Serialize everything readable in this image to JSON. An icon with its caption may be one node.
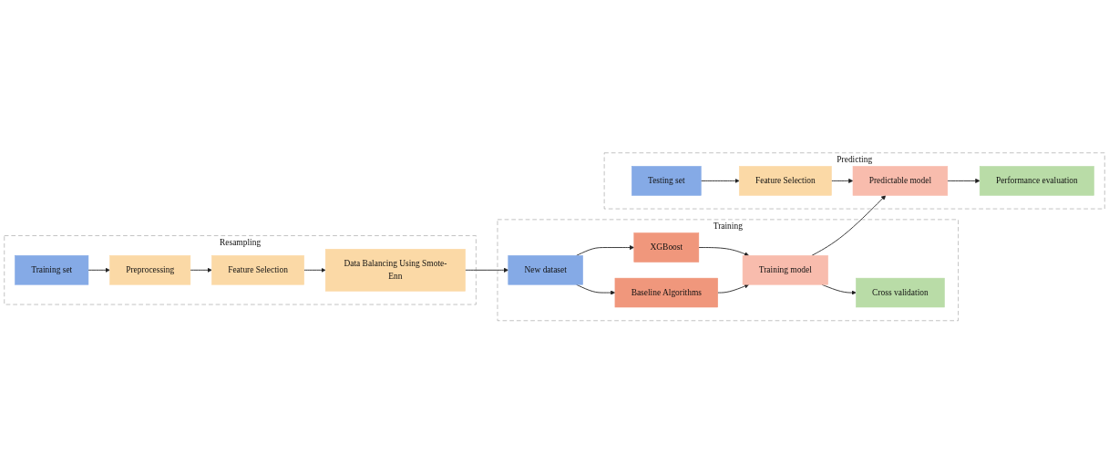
{
  "diagram": {
    "nodes": [
      {
        "text": [
          "Resampling"
        ]
      },
      {
        "text": [
          "Training set"
        ],
        "in": 0
      },
      {
        "text": [
          "Preprocessing"
        ],
        "in": 0
      },
      {
        "text": [
          "Feature Selection"
        ],
        "in": 0
      },
      {
        "text": [
          "Data Balancing Using Smote-Enn"
        ],
        "in": 0
      },
      {
        "text": [
          "Training"
        ]
      },
      {
        "text": [
          "Cross validation"
        ],
        "in": 5
      },
      {
        "text": [
          "Training model"
        ],
        "in": 5
      },
      {
        "text": [
          "XGBoost"
        ],
        "in": 5
      },
      {
        "text": [
          "Baseline Algorithms"
        ],
        "in": 5
      },
      {
        "text": [
          "New dataset"
        ],
        "in": 5
      },
      {
        "text": [
          "Predicting"
        ]
      },
      {
        "text": [
          "Testing set"
        ],
        "in": 11
      },
      {
        "text": [
          "Feature Selection"
        ],
        "in": 11
      },
      {
        "text": [
          "Predictable model"
        ],
        "in": 11
      },
      {
        "text": [
          "Performance evaluation"
        ],
        "in": 11
      }
    ],
    "edges": [
      {
        "from": 1,
        "to": 2,
        "arrow": "to"
      },
      {
        "from": 2,
        "to": 3,
        "arrow": "to"
      },
      {
        "from": 3,
        "to": 4,
        "arrow": "to"
      },
      {
        "from": 4,
        "to": 10,
        "arrow": "to"
      },
      {
        "from": 10,
        "to": 8,
        "arrow": "to"
      },
      {
        "from": 10,
        "to": 9,
        "arrow": "to"
      },
      {
        "from": 8,
        "to": 7,
        "arrow": "to"
      },
      {
        "from": 9,
        "to": 7,
        "arrow": "to"
      },
      {
        "from": 7,
        "to": 6,
        "arrow": "to"
      },
      {
        "from": 7,
        "to": 14,
        "arrow": "to"
      },
      {
        "from": 12,
        "to": 13,
        "arrow": "to"
      },
      {
        "from": 13,
        "to": 14,
        "arrow": "to"
      },
      {
        "from": 14,
        "to": 15,
        "arrow": "to"
      }
    ]
  }
}
